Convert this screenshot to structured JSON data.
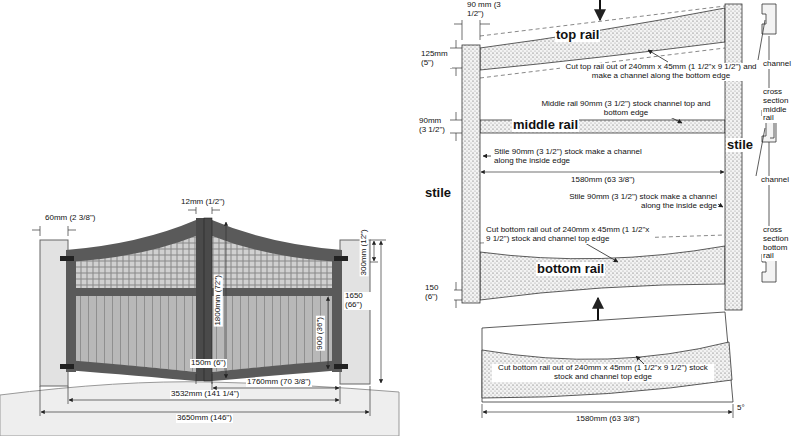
{
  "diagram": {
    "labels": [
      "12mm (1/2\")",
      "60mm (2 3/8\")",
      "300mm (12\")",
      "1650 (66\")",
      "1800mm (72\")",
      "900 (36\")",
      "150m (6\")",
      "1760mm (70 3/8\")",
      "3532mm (141 1/4\")",
      "3650mm (146\")",
      "90 mm (3 1/2\")",
      "125mm (5\")",
      "top rail",
      "Cut top rail out of 240mm x 45mm (1 1/2\"x 9 1/2\") and make a channel along the bottom edge",
      "Middle rail 90mm (3 1/2\") stock channel top and bottom edge",
      "90mm (3 1/2\")",
      "middle rail",
      "Stile 90mm (3 1/2\") stock make a channel along the inside edge",
      "stile",
      "stile",
      "1580mm (63 3/8\")",
      "Stile 90mm (3 1/2\") stock make a channel along the inside edge",
      "Cut bottom rail out of 240mm x 45mm (1 1/2\"x 9 1/2\") stock and channel top edge",
      "bottom rail",
      "150 (6\")",
      "Cut bottom rail out of 240mm x 45mm (1 1/2\"x 9 1/2\") stock stock and channel top edge",
      "1580mm (63 3/8\")",
      "5°",
      "channel",
      "cross section middle rail",
      "channel",
      "cross section bottom rail"
    ]
  }
}
